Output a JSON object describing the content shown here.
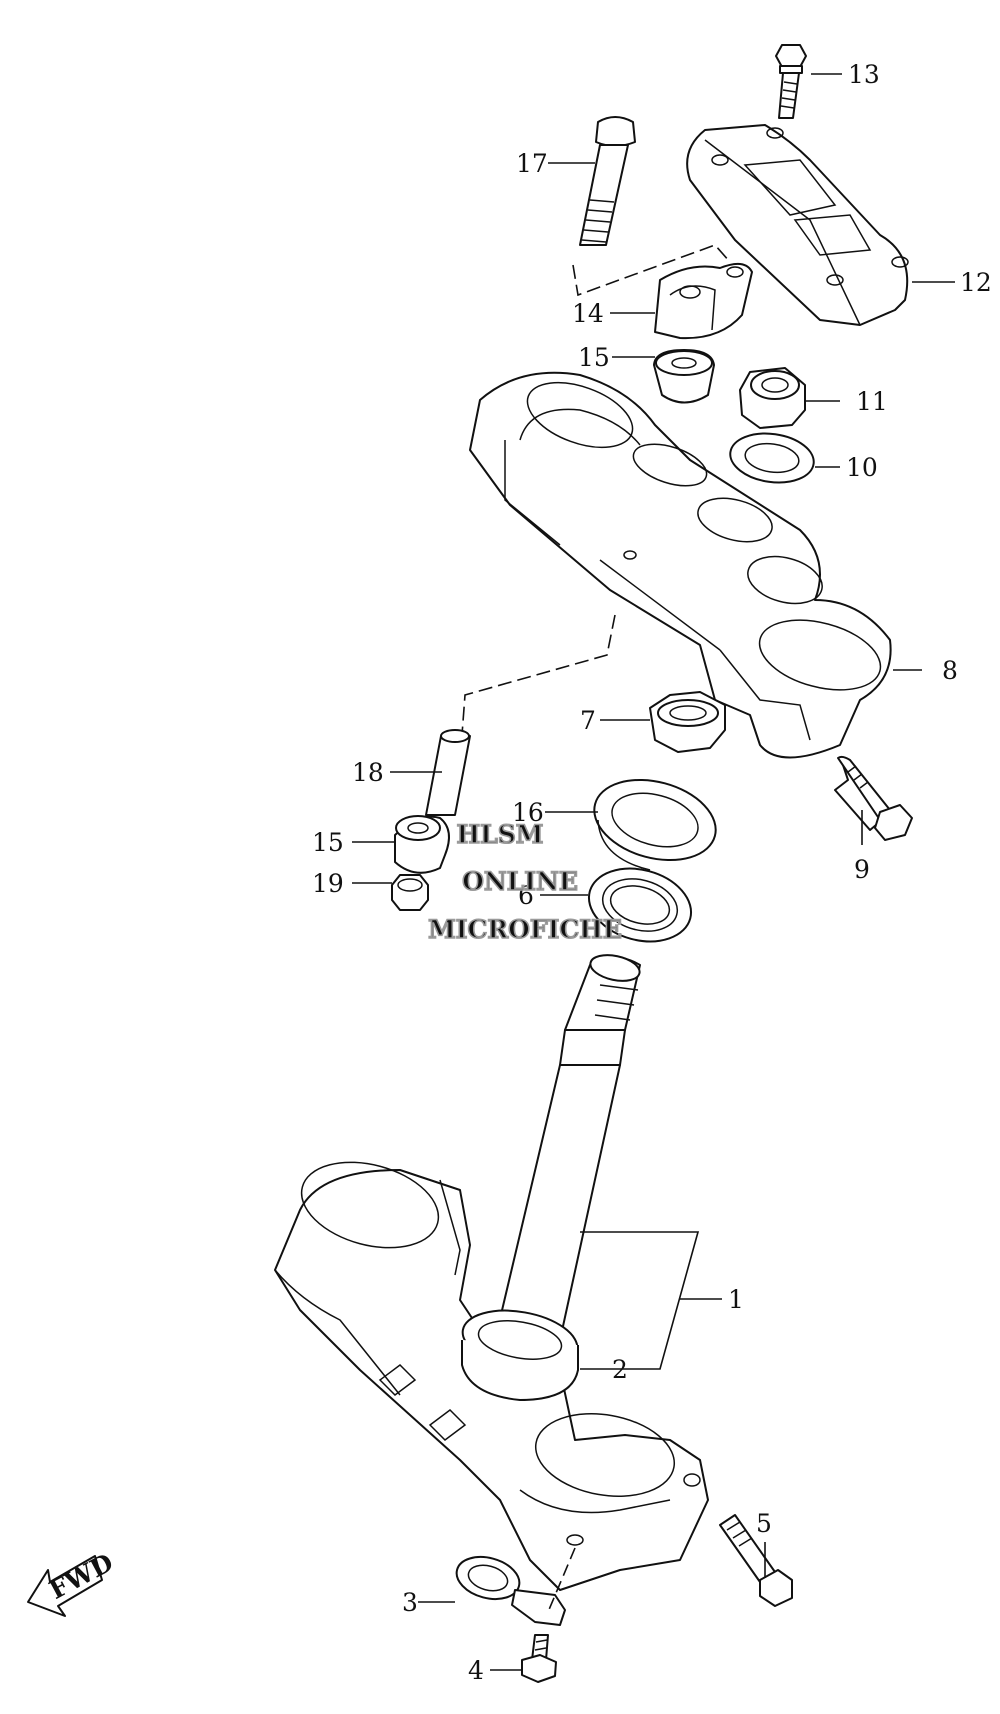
{
  "diagram": {
    "callouts": [
      {
        "id": "label-1",
        "text": "1"
      },
      {
        "id": "label-2",
        "text": "2"
      },
      {
        "id": "label-3",
        "text": "3"
      },
      {
        "id": "label-4",
        "text": "4"
      },
      {
        "id": "label-5",
        "text": "5"
      },
      {
        "id": "label-6",
        "text": "6"
      },
      {
        "id": "label-7",
        "text": "7"
      },
      {
        "id": "label-8",
        "text": "8"
      },
      {
        "id": "label-9",
        "text": "9"
      },
      {
        "id": "label-10",
        "text": "10"
      },
      {
        "id": "label-11",
        "text": "11"
      },
      {
        "id": "label-12",
        "text": "12"
      },
      {
        "id": "label-13",
        "text": "13"
      },
      {
        "id": "label-14",
        "text": "14"
      },
      {
        "id": "label-15a",
        "text": "15"
      },
      {
        "id": "label-15b",
        "text": "15"
      },
      {
        "id": "label-16",
        "text": "16"
      },
      {
        "id": "label-17",
        "text": "17"
      },
      {
        "id": "label-18",
        "text": "18"
      },
      {
        "id": "label-19",
        "text": "19"
      }
    ],
    "fwd_label": "FWD",
    "watermark": [
      "HLSM",
      "ONLINE",
      "MICROFICHE"
    ],
    "colors": {
      "line": "#111111",
      "watermark": "#9a9a9a",
      "background": "#ffffff"
    }
  }
}
